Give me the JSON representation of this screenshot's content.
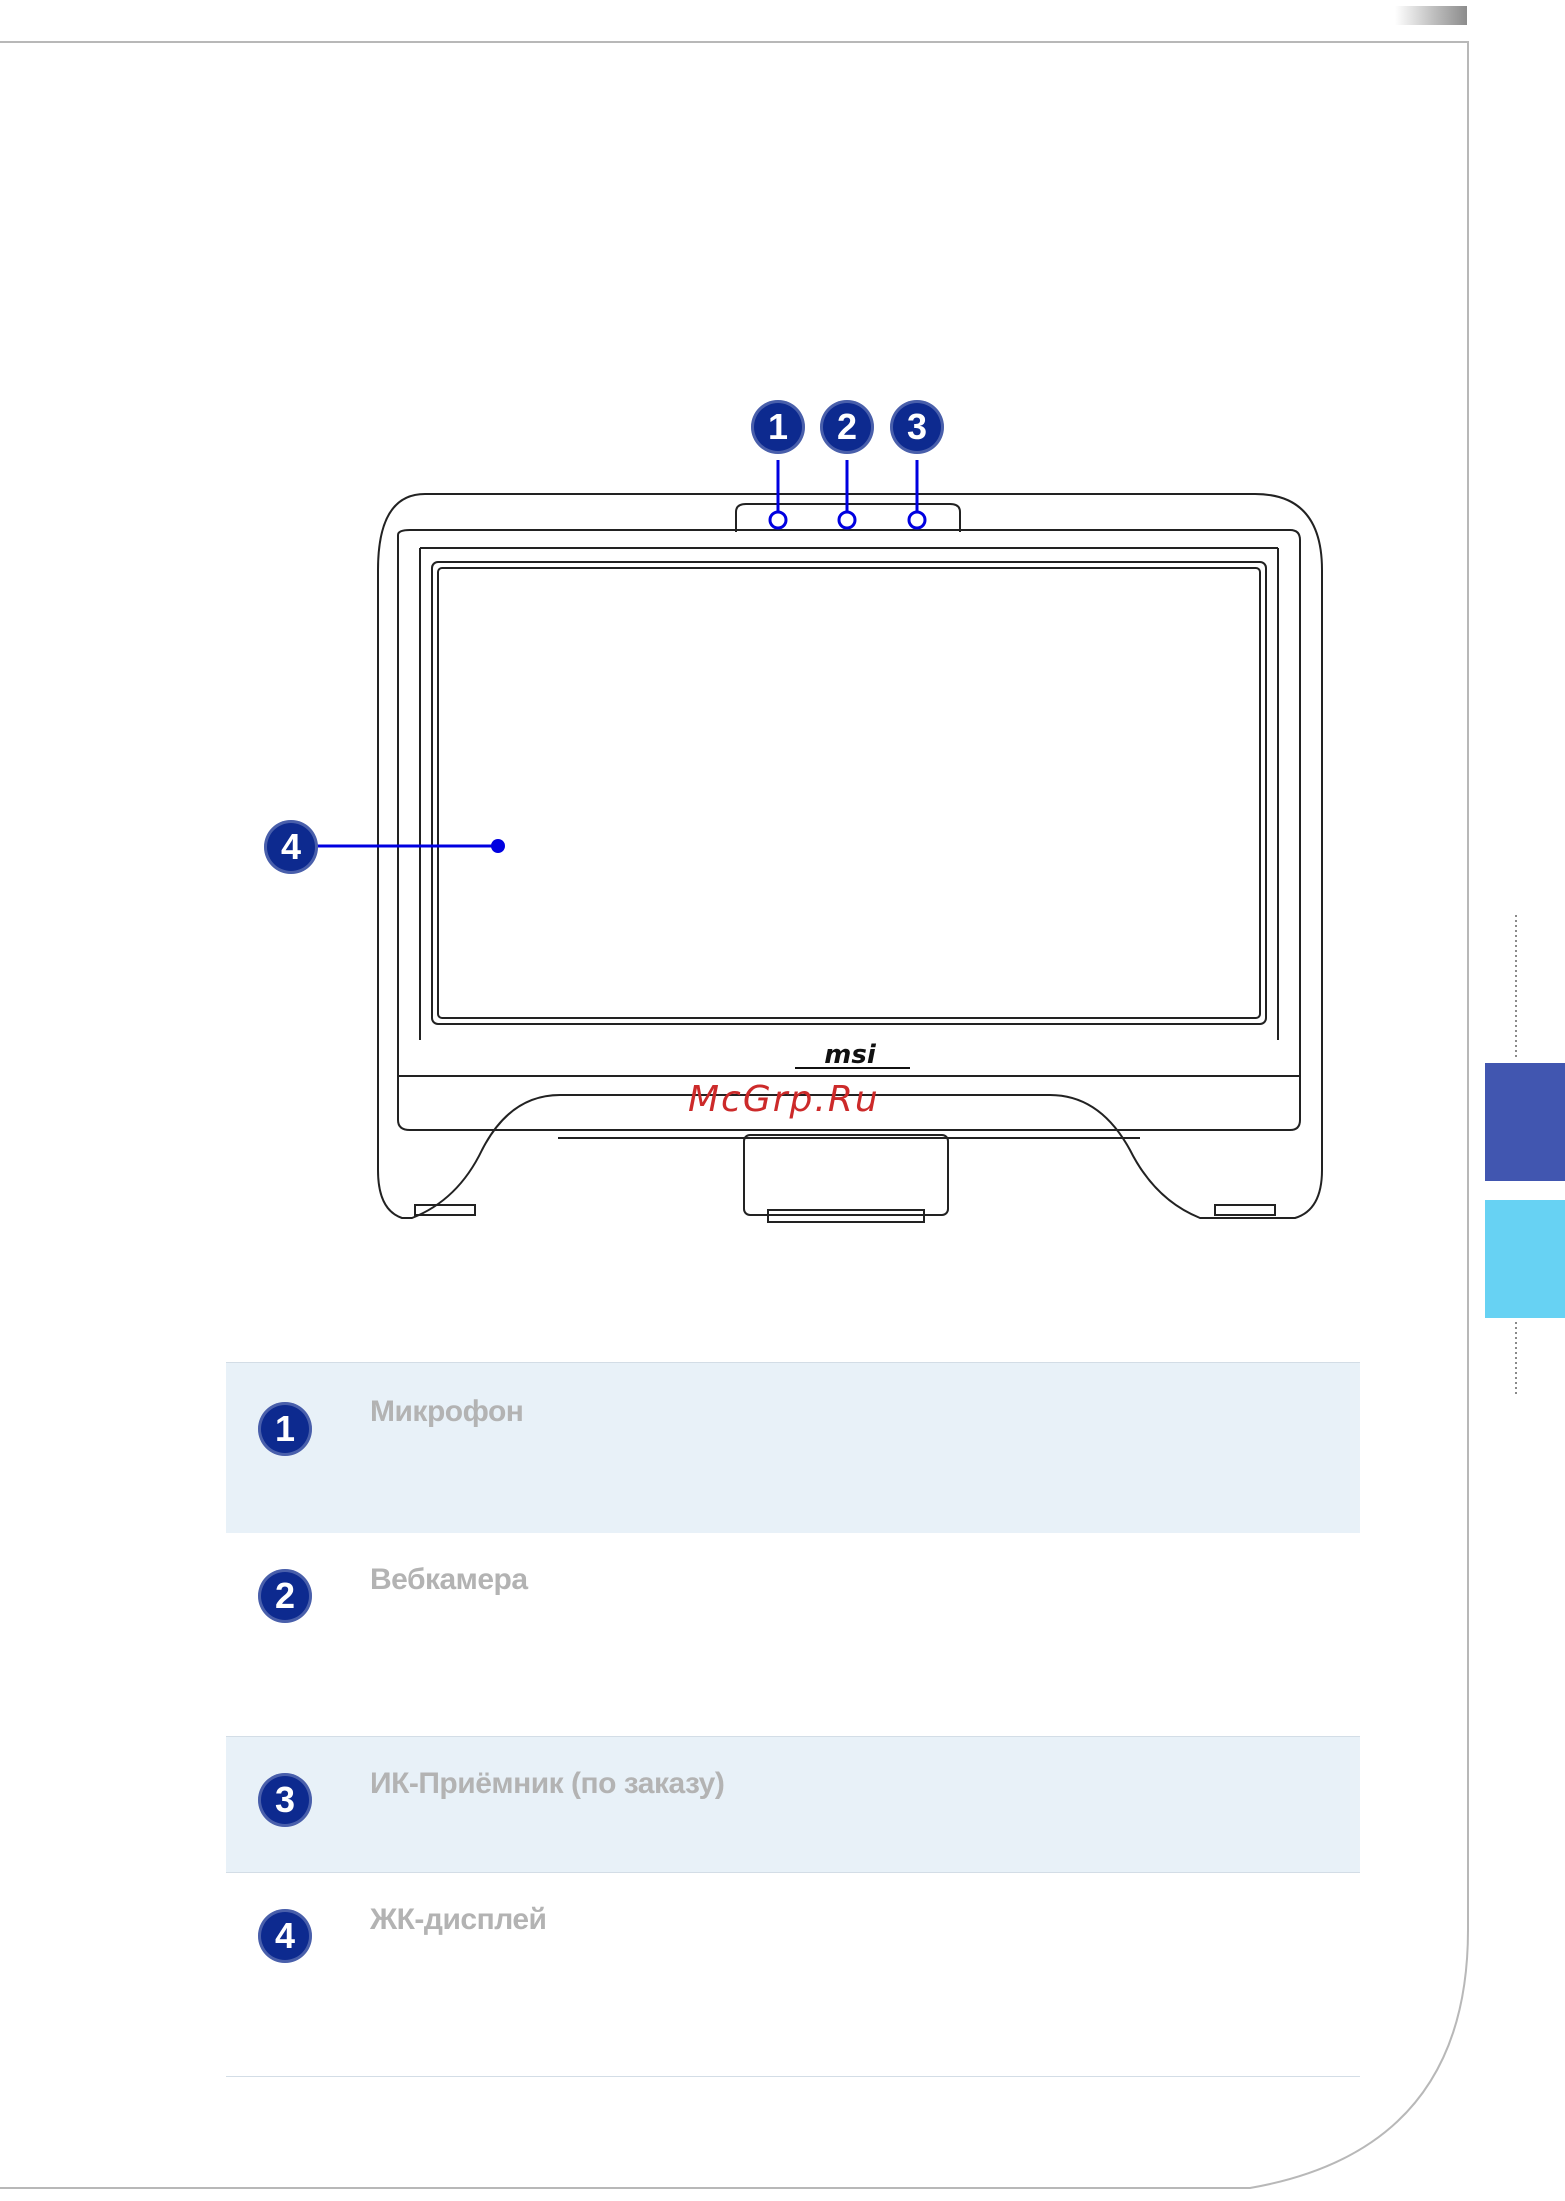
{
  "colors": {
    "badge": "#0d2a8f",
    "callout_line": "#0000e0",
    "row_shade": "#e8f1f8",
    "tab_dark": "#4156b0",
    "tab_light": "#67d2f3",
    "watermark": "#cc2a2a",
    "frame_line": "#b8b8b8"
  },
  "diagram": {
    "callouts": [
      "1",
      "2",
      "3",
      "4"
    ],
    "logo_text": "msi",
    "watermark": "McGrp.Ru"
  },
  "items": [
    {
      "number": "1",
      "label": "Микрофон",
      "shaded": true
    },
    {
      "number": "2",
      "label": "Вебкамера",
      "shaded": false
    },
    {
      "number": "3",
      "label": "ИК-Приёмник (по заказу)",
      "shaded": true
    },
    {
      "number": "4",
      "label": "ЖК-дисплей",
      "shaded": false
    }
  ]
}
